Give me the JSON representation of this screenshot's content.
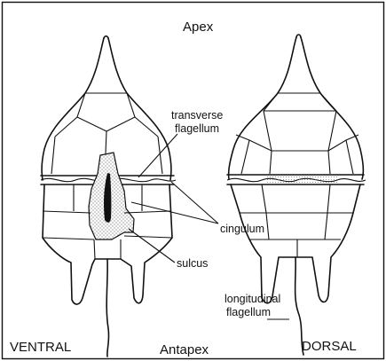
{
  "title": "Apex",
  "bottom_label": "Antapex",
  "views": {
    "left": "VENTRAL",
    "right": "DORSAL"
  },
  "callouts": {
    "transverse_flagellum": [
      "transverse",
      "flagellum"
    ],
    "cingulum": "cingulum",
    "sulcus": "sulcus",
    "longitudinal_flagellum": [
      "longitudinal",
      "flagellum"
    ]
  },
  "colors": {
    "line": "#111111",
    "background": "#ffffff",
    "stipple": "#777777"
  }
}
